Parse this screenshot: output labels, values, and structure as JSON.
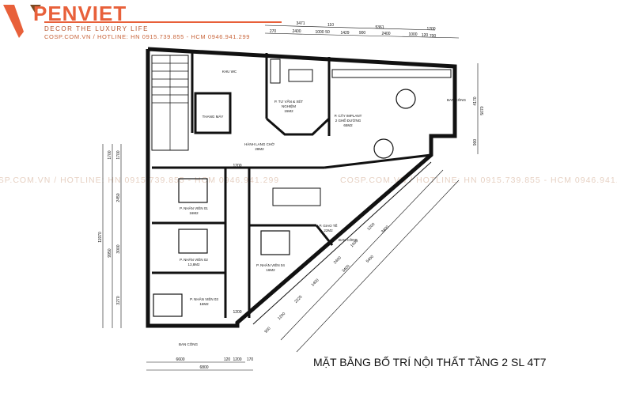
{
  "header": {
    "brand": "PENVIET",
    "tagline": "DECOR THE LUXURY LIFE",
    "hotline": "COSP.COM.VN / HOTLINE: HN 0915.739.855 - HCM 0946.941.299",
    "brand_color": "#e8603a",
    "logo_dark_color": "#7a4a22"
  },
  "watermark": {
    "left": "COSP.COM.VN / HOTLINE: HN 0915.739.855 - HCM 0946.941.299",
    "right": "COSP.COM.VN / HOTLINE: HN 0915.739.855 - HCM 0946.941.299"
  },
  "title": "MẶT BẰNG BỐ TRÍ NỘI THẤT TẦNG  2 SL 4T7",
  "rooms": {
    "wc": "KHU WC",
    "elevator": "THANG MÁY",
    "consult": [
      "P. TƯ VẤN & XÉT",
      "NGHIỆM",
      "15M2"
    ],
    "implant": [
      "P. CẤY IMPLANT",
      "2 GHẾ ĐƯỜNG",
      "65M2"
    ],
    "corridor": [
      "HÀNH LANG CHỜ",
      "28M2"
    ],
    "balcony_right": "BAN CÔNG",
    "balcony_diag": "BAN CÔNG",
    "balcony_bottom": "BAN CÔNG",
    "staff1": [
      "P. NHÂN VIÊN 01",
      "16M2"
    ],
    "staff2": [
      "P. NHÂN VIÊN 02",
      "13,8M2"
    ],
    "staff3": [
      "P. NHÂN VIÊN 03",
      "16M2"
    ],
    "staff4": [
      "P. NHÂN VIÊN 04",
      "16M2"
    ],
    "meeting": [
      "P. GIAO TẾ",
      "22M2"
    ]
  },
  "dimensions": {
    "top_row1": [
      "3471",
      "110",
      "5361",
      "1200"
    ],
    "top_row2": [
      "270",
      "2400",
      "1000",
      "50",
      "1429",
      "900",
      "2400",
      "1000",
      "120",
      "700"
    ],
    "right": [
      "4170",
      "5070",
      "900"
    ],
    "left_outer": "11970",
    "left_mid": "9950",
    "left_inner": [
      "1700",
      "1700",
      "2450",
      "3000",
      "3270"
    ],
    "bottom_row1": [
      "6600",
      "120",
      "1200",
      "170"
    ],
    "bottom_row2": "6800",
    "corridor_door": [
      "1200",
      "1200"
    ],
    "diagonal": [
      "1200",
      "1000",
      "2400",
      "3400",
      "1400",
      "2225",
      "1200",
      "900",
      "3400",
      "5400"
    ]
  }
}
